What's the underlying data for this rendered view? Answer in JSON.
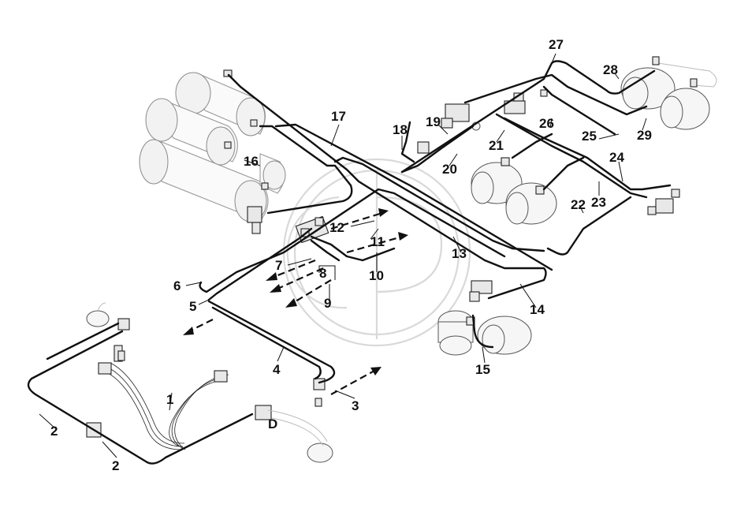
{
  "diagram": {
    "callouts": [
      {
        "id": "c1",
        "text": "1"
      },
      {
        "id": "c2a",
        "text": "2"
      },
      {
        "id": "c2b",
        "text": "2"
      },
      {
        "id": "c3",
        "text": "3"
      },
      {
        "id": "c4",
        "text": "4"
      },
      {
        "id": "c5",
        "text": "5"
      },
      {
        "id": "c6",
        "text": "6"
      },
      {
        "id": "c7",
        "text": "7"
      },
      {
        "id": "c8",
        "text": "8"
      },
      {
        "id": "c9",
        "text": "9"
      },
      {
        "id": "c10",
        "text": "10"
      },
      {
        "id": "c11",
        "text": "11"
      },
      {
        "id": "c12",
        "text": "12"
      },
      {
        "id": "c13",
        "text": "13"
      },
      {
        "id": "c14",
        "text": "14"
      },
      {
        "id": "c15",
        "text": "15"
      },
      {
        "id": "c16",
        "text": "16"
      },
      {
        "id": "c17",
        "text": "17"
      },
      {
        "id": "c18",
        "text": "18"
      },
      {
        "id": "c19",
        "text": "19"
      },
      {
        "id": "c20",
        "text": "20"
      },
      {
        "id": "c21",
        "text": "21"
      },
      {
        "id": "c22",
        "text": "22"
      },
      {
        "id": "c23",
        "text": "23"
      },
      {
        "id": "c24",
        "text": "24"
      },
      {
        "id": "c25",
        "text": "25"
      },
      {
        "id": "c26",
        "text": "26"
      },
      {
        "id": "c27",
        "text": "27"
      },
      {
        "id": "c28",
        "text": "28"
      },
      {
        "id": "c29",
        "text": "29"
      },
      {
        "id": "cD",
        "text": "D"
      }
    ],
    "colors": {
      "pipe": "#111111",
      "tank_outline": "#9a9a9a",
      "watermark": "#d9d9d9",
      "background": "#ffffff"
    }
  }
}
